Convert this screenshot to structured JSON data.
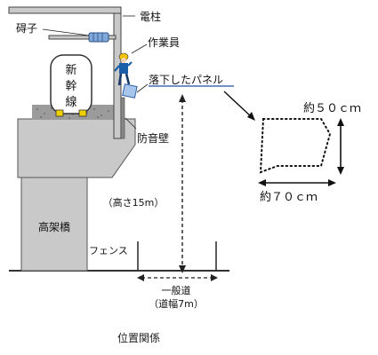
{
  "labels": {
    "denchu": "電柱",
    "gaishi": "碍子",
    "sagyoin": "作業員",
    "train_chars": [
      "新",
      "幹",
      "線"
    ],
    "fallen_panel": "落下したパネル",
    "boonheki": "防音壁",
    "height": "（高さ15m）",
    "koukakyo": "高架橋",
    "fence": "フェンス",
    "road": "一般道",
    "road_width": "（道幅7m）",
    "panel_height": "約５０ｃｍ",
    "panel_width": "約７０ｃｍ"
  },
  "caption": "位置関係",
  "colors": {
    "bridge": "#c9c9c9",
    "pole": "#c9c9c9",
    "ballast": "#9b9b9b",
    "panel_label_underline": "#1f4fa0",
    "insulator": "#7fa7d8",
    "worker_helmet": "#f2c200"
  }
}
